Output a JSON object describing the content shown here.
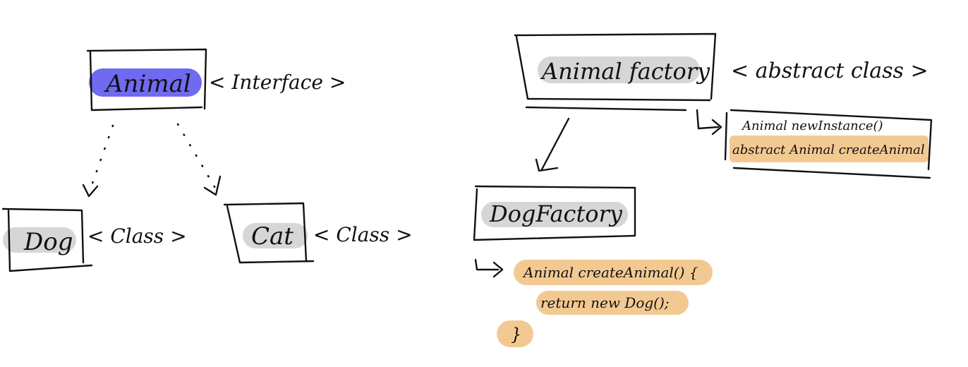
{
  "colors": {
    "interface_highlight": "#6f6af0",
    "class_highlight": "#d6d6d6",
    "method_highlight": "#f3c992",
    "ink": "#111111"
  },
  "left": {
    "animal": {
      "name": "Animal",
      "stereotype": "< Interface >"
    },
    "dog": {
      "name": "Dog",
      "stereotype": "< Class >"
    },
    "cat": {
      "name": "Cat",
      "stereotype": "< Class >"
    }
  },
  "right": {
    "animal_factory": {
      "name": "Animal factory",
      "stereotype": "< abstract class >"
    },
    "factory_methods": {
      "line1": "Animal newInstance()",
      "line2": "abstract Animal createAnimal"
    },
    "dog_factory": {
      "name": "DogFactory"
    },
    "dog_methods": {
      "line1": "Animal createAnimal() {",
      "line2": "return new Dog();",
      "line3": "}"
    }
  }
}
